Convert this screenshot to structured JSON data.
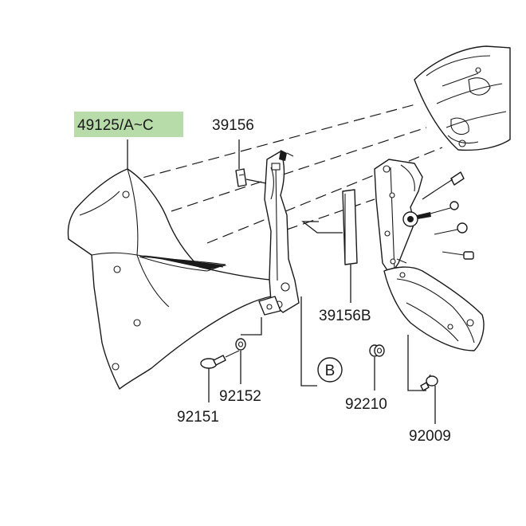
{
  "parts": {
    "cowl": "49125/A~C",
    "bracket": "39156",
    "pad": "39156B",
    "bolt_left": "92151",
    "washer_left": "92152",
    "grommet": "92210",
    "bolt_right": "92009"
  },
  "callout": "B",
  "colors": {
    "highlight": "#b7dca9",
    "line": "#1a1a1a"
  }
}
